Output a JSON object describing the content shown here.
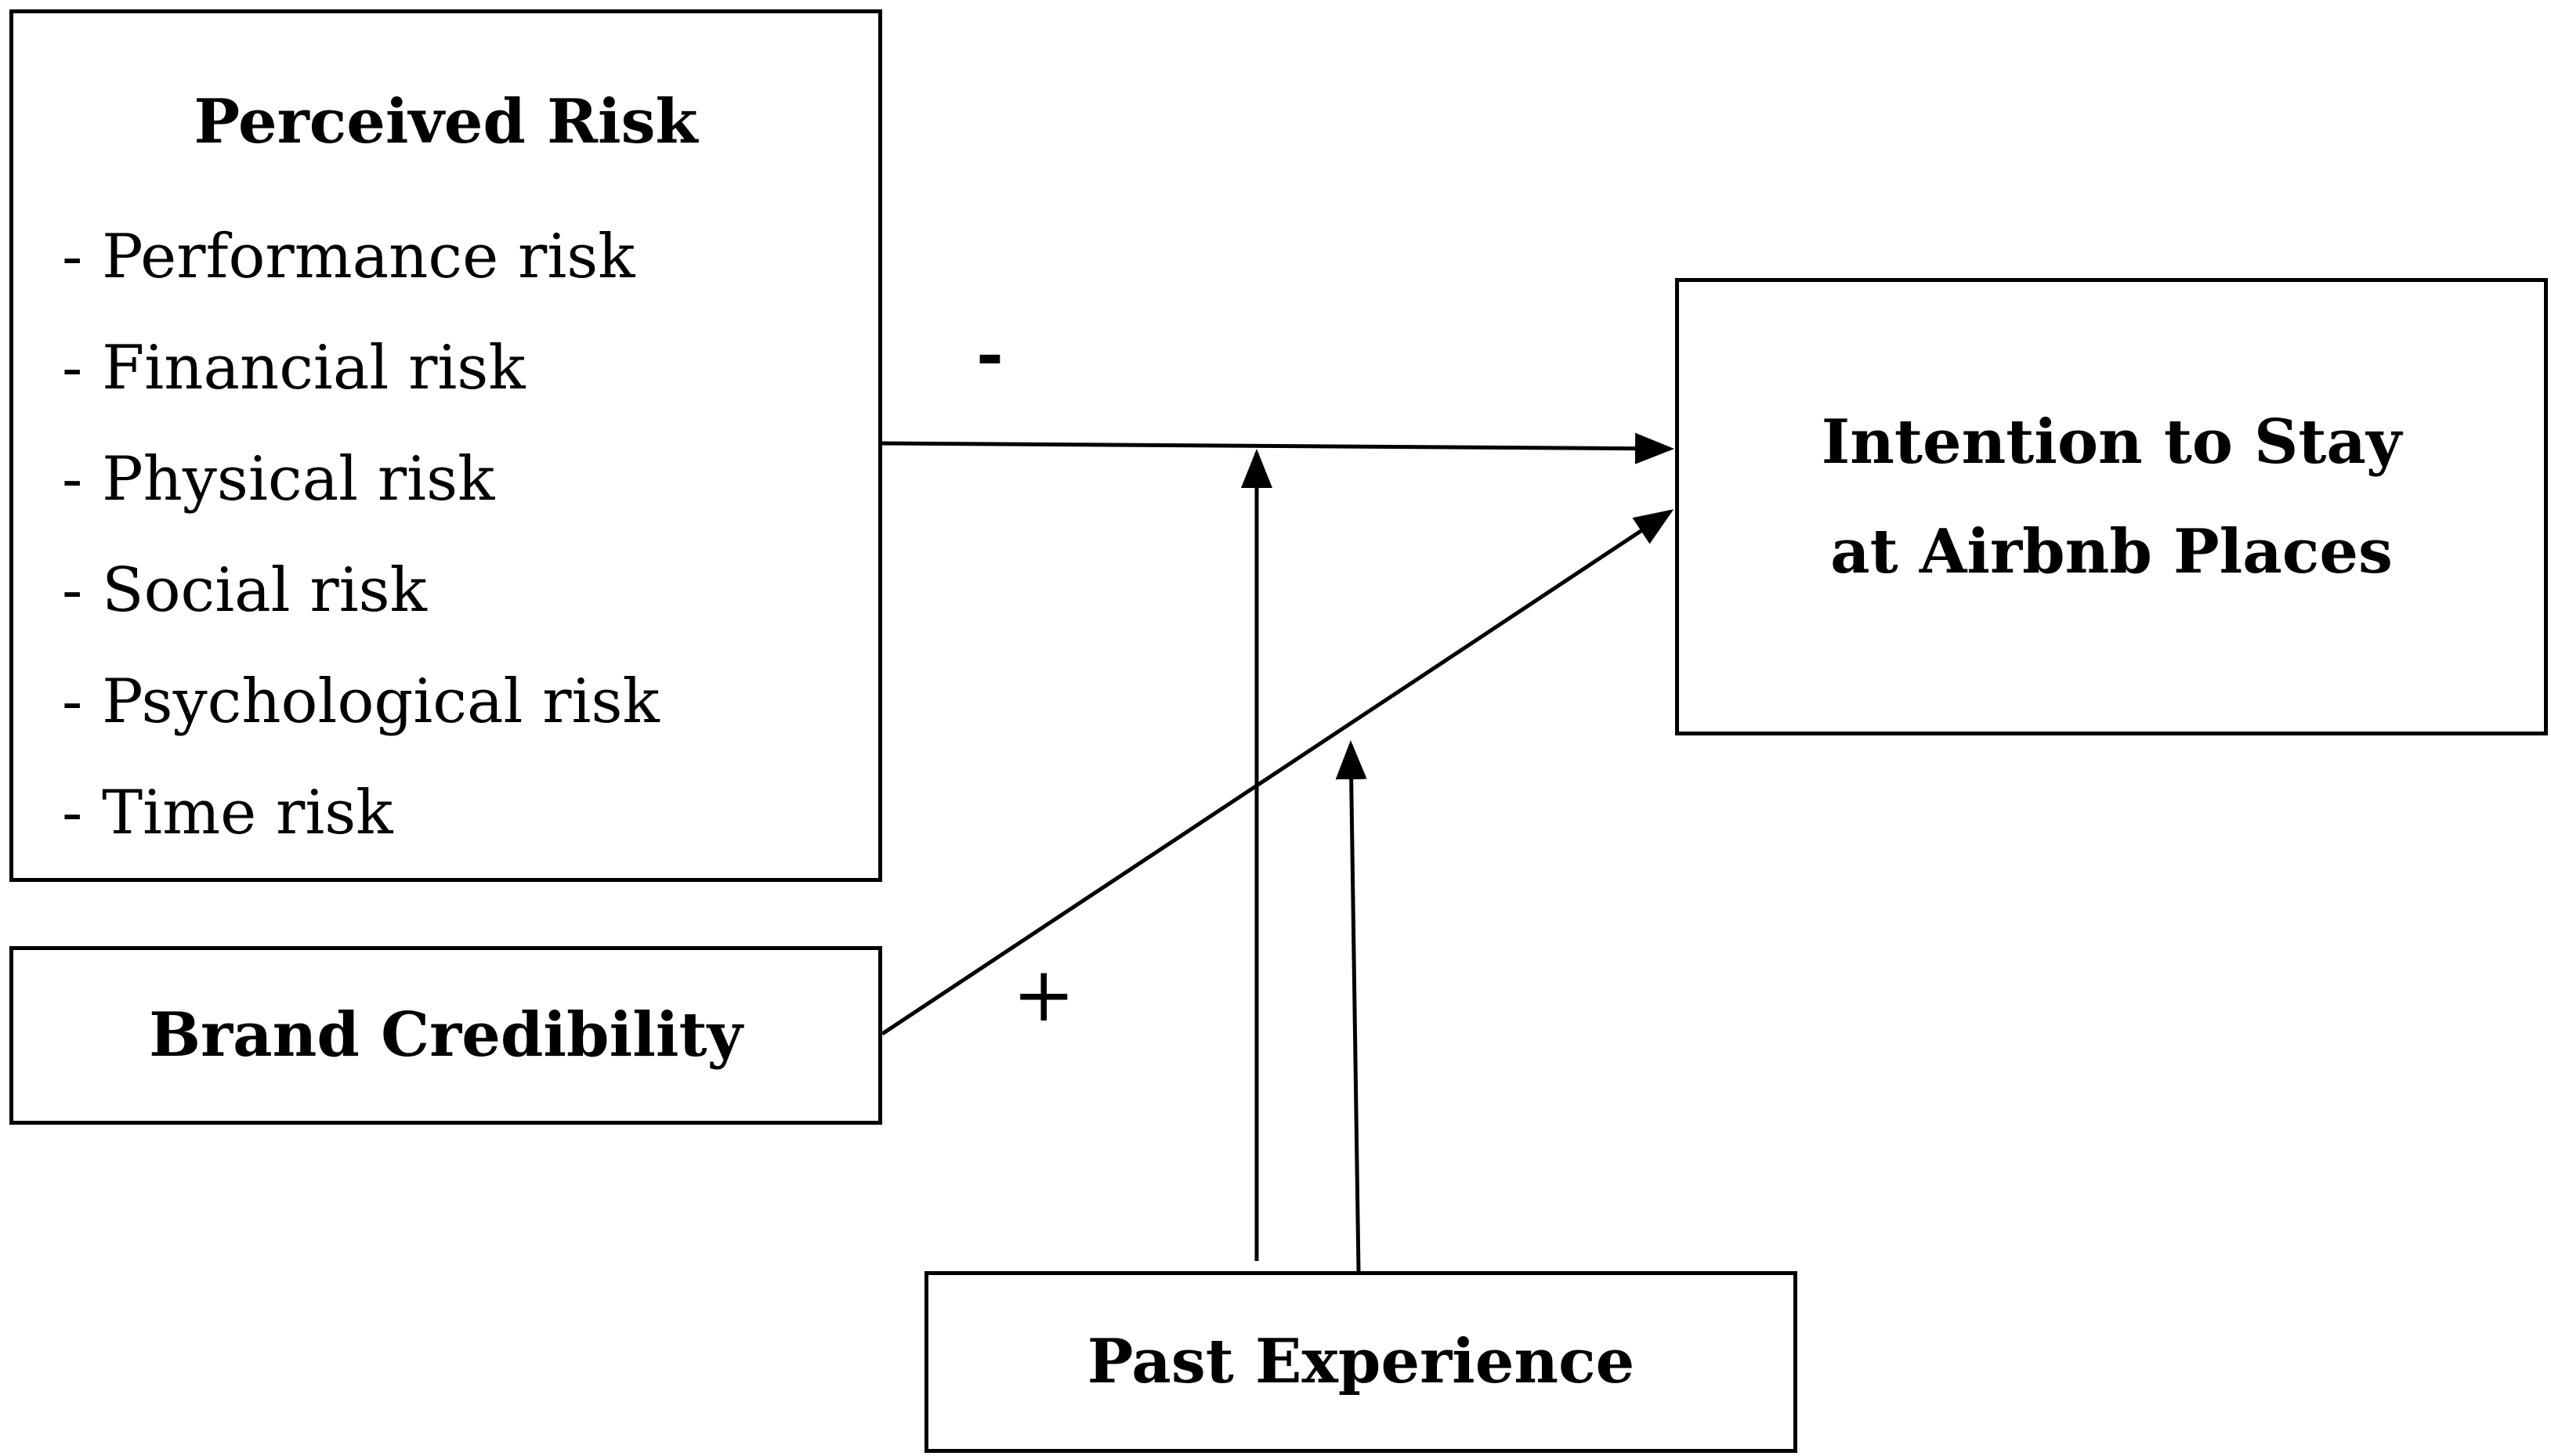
{
  "perceived_risk": {
    "title": "Perceived Risk",
    "items": [
      "- Performance risk",
      "- Financial risk",
      "- Physical risk",
      "- Social risk",
      "- Psychological risk",
      "- Time risk"
    ]
  },
  "brand_credibility": {
    "title": "Brand Credibility"
  },
  "intention": {
    "line1": "Intention to Stay",
    "line2": "at Airbnb Places"
  },
  "past_experience": {
    "title": "Past Experience"
  },
  "signs": {
    "risk_effect": "-",
    "brand_effect": "+"
  }
}
